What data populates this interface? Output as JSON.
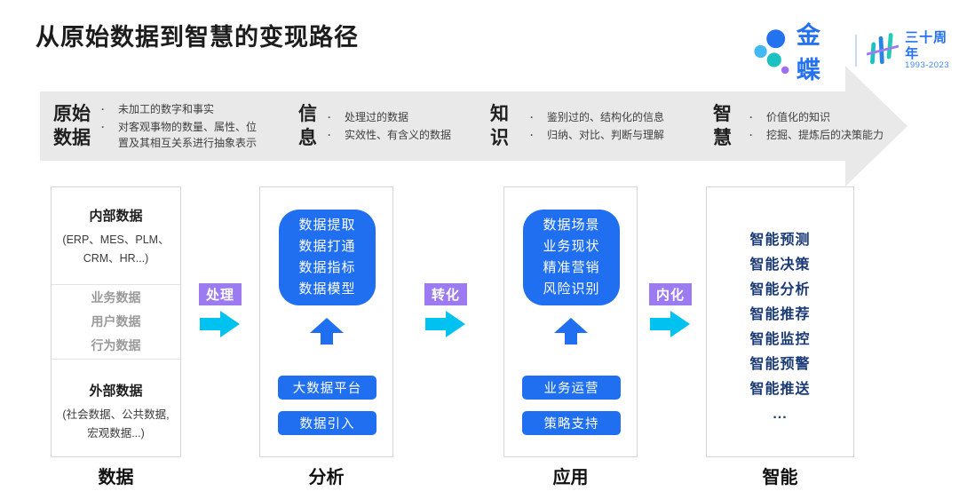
{
  "page_title": "从原始数据到智慧的变现路径",
  "logo": {
    "brand": "金蝶",
    "anniversary": "三十周年",
    "years": "1993-2023"
  },
  "banner": {
    "stages": [
      {
        "title_top": "原始",
        "title_bottom": "数据",
        "bullets": [
          "未加工的数字和事实",
          "对客观事物的数量、属性、位置及其相互关系进行抽象表示"
        ]
      },
      {
        "title_top": "信",
        "title_bottom": "息",
        "bullets": [
          "处理过的数据",
          "实效性、有含义的数据"
        ]
      },
      {
        "title_top": "知",
        "title_bottom": "识",
        "bullets": [
          "鉴别过的、结构化的信息",
          "归纳、对比、判断与理解"
        ]
      },
      {
        "title_top": "智",
        "title_bottom": "慧",
        "bullets": [
          "价值化的知识",
          "挖掘、提炼后的决策能力"
        ]
      }
    ]
  },
  "columns": {
    "data": {
      "label": "数据",
      "internal": {
        "title": "内部数据",
        "subtitle": "(ERP、MES、PLM、CRM、HR...)"
      },
      "middle": [
        "业务数据",
        "用户数据",
        "行为数据"
      ],
      "external": {
        "title": "外部数据",
        "subtitle": "(社会数据、公共数据, 宏观数据...)"
      }
    },
    "analysis": {
      "label": "分析",
      "main_box": [
        "数据提取",
        "数据打通",
        "数据指标",
        "数据模型"
      ],
      "buttons": [
        "大数据平台",
        "数据引入"
      ]
    },
    "application": {
      "label": "应用",
      "main_box": [
        "数据场景",
        "业务现状",
        "精准营销",
        "风险识别"
      ],
      "buttons": [
        "业务运营",
        "策略支持"
      ]
    },
    "intelligence": {
      "label": "智能",
      "items": [
        "智能预测",
        "智能决策",
        "智能分析",
        "智能推荐",
        "智能监控",
        "智能预警",
        "智能推送",
        "..."
      ]
    }
  },
  "connectors": [
    {
      "label": "处理"
    },
    {
      "label": "转化"
    },
    {
      "label": "内化"
    }
  ],
  "colors": {
    "primary_blue": "#1f6ff0",
    "navy_text": "#1a3a75",
    "purple_badge": "#9b7af2",
    "cyan_arrow": "#00c2f1",
    "banner_gray": "#e9e9e9",
    "brand_blue": "#2472f0",
    "teal": "#1ec1c1"
  }
}
